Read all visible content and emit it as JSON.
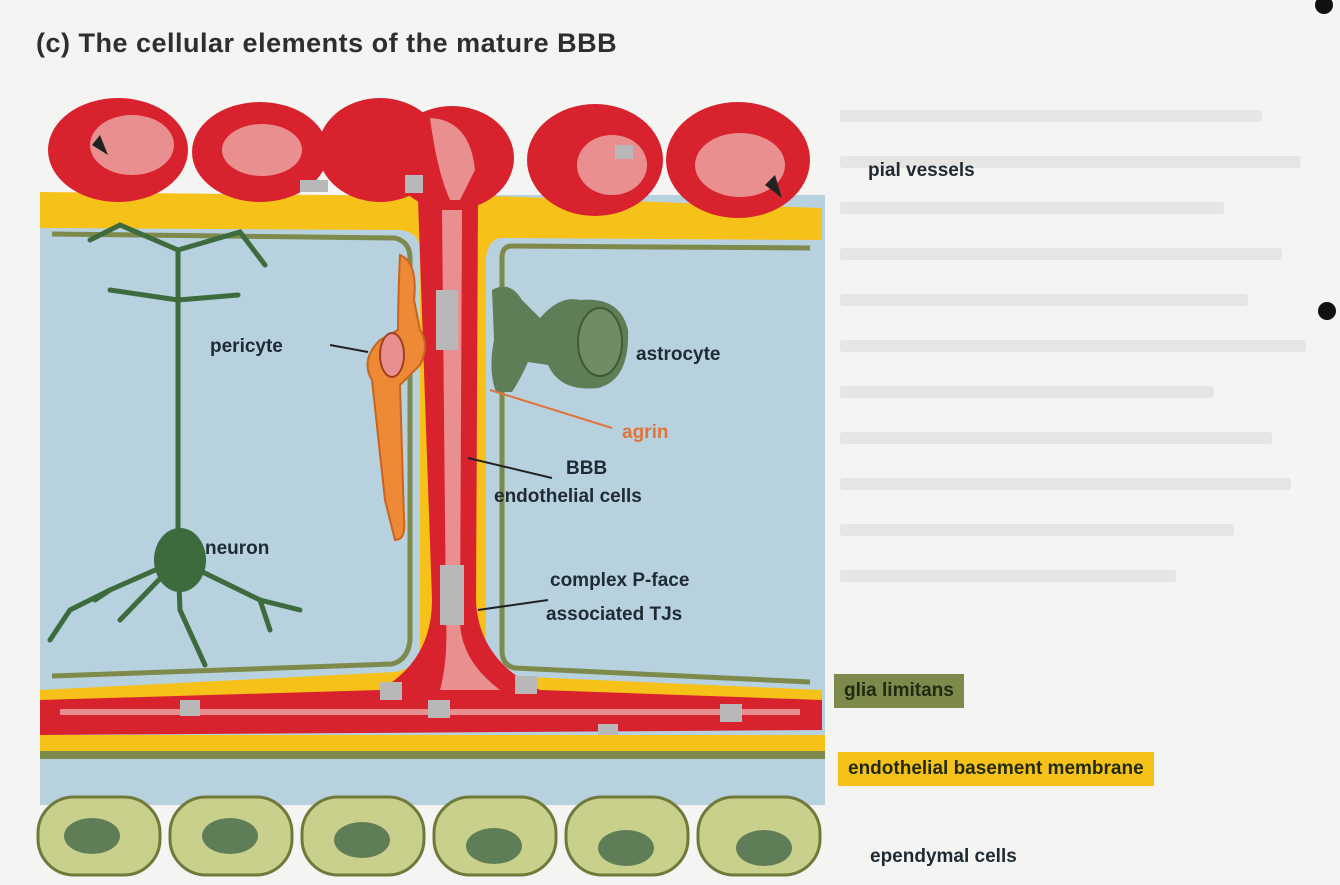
{
  "title": "(c) The cellular elements of the mature BBB",
  "labels": {
    "pial_vessels": "pial vessels",
    "pericyte": "pericyte",
    "astrocyte": "astrocyte",
    "agrin": "agrin",
    "bbb_line1": "BBB",
    "bbb_line2": "endothelial cells",
    "neuron": "neuron",
    "tj_line1": "complex P-face",
    "tj_line2": "associated TJs",
    "ependymal_cells": "ependymal cells"
  },
  "legend": {
    "glia_limitans": "glia limitans",
    "endothelial_basement_membrane": "endothelial basement membrane"
  },
  "colors": {
    "tissue_blue": "#b7d1df",
    "vessel_red": "#d8232f",
    "vessel_pink": "#e98f8f",
    "membrane_yellow": "#f6c21a",
    "glia_green": "#7e8a4c",
    "cell_dark_green": "#5f7d56",
    "ependymal_green": "#c8d08c",
    "pericyte_orange": "#ee8a35",
    "agrin_orange": "#e0743a"
  }
}
